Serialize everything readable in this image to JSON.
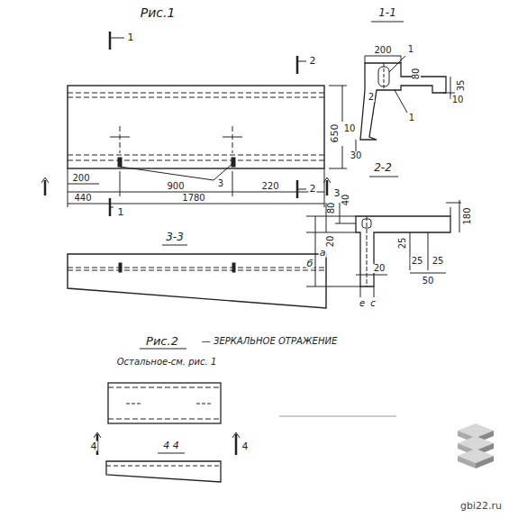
{
  "diagram": {
    "labels": [
      "Рис.1",
      "1",
      "2",
      "1-1",
      "200",
      "1",
      "80",
      "2",
      "35",
      "1",
      "10",
      "10",
      "30",
      "650",
      "200",
      "440",
      "900",
      "3",
      "220",
      "2",
      "3",
      "1",
      "1780",
      "2-2",
      "40",
      "80",
      "20",
      "а",
      "б",
      "25",
      "180",
      "20",
      "25",
      "25",
      "50",
      "е",
      "с",
      "3-3",
      "Рис.2",
      "— ЗЕРКАЛЬНОЕ ОТРАЖЕНИЕ",
      "Остальное-см. рис. 1",
      "4",
      "4 4",
      "4",
      "gbi22.ru"
    ]
  }
}
